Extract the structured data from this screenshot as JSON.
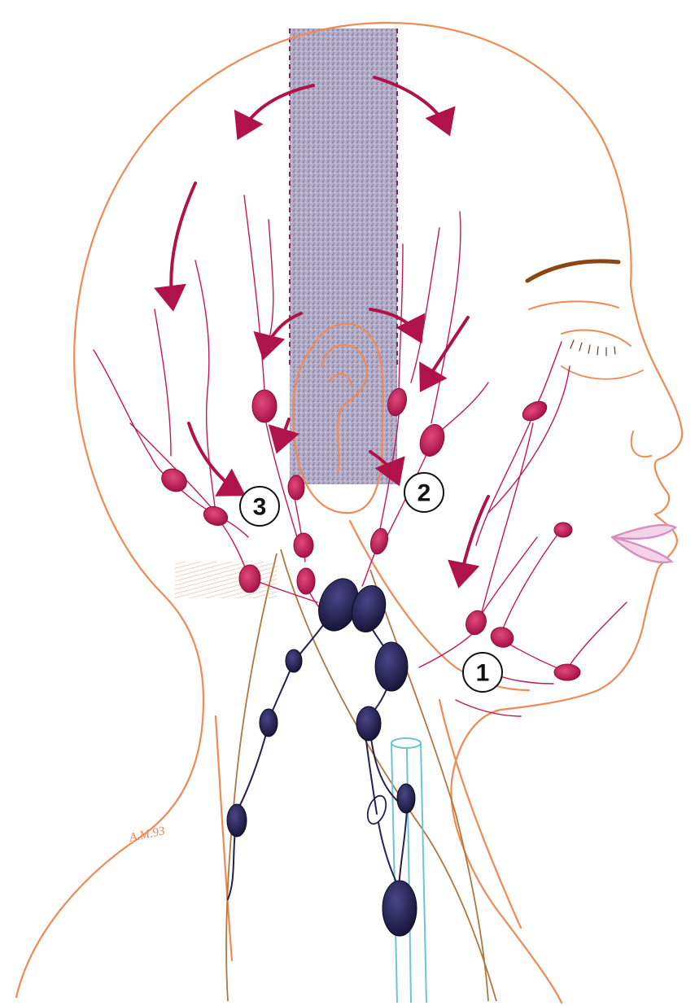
{
  "callouts": {
    "region_1": "1",
    "region_2": "2",
    "region_3": "3"
  },
  "signature": "A.M.93",
  "colors": {
    "outline": "#f08a55",
    "lymph_vessel": "#c2185b",
    "lymph_node": "#c0144f",
    "arrow": "#b0124a",
    "deep_node": "#24204f",
    "watershed_band": "#8e86a8",
    "vein": "#6cc4d8",
    "muscle": "#b07840",
    "eyebrow": "#8b4513",
    "lips": "#d98cc0"
  }
}
